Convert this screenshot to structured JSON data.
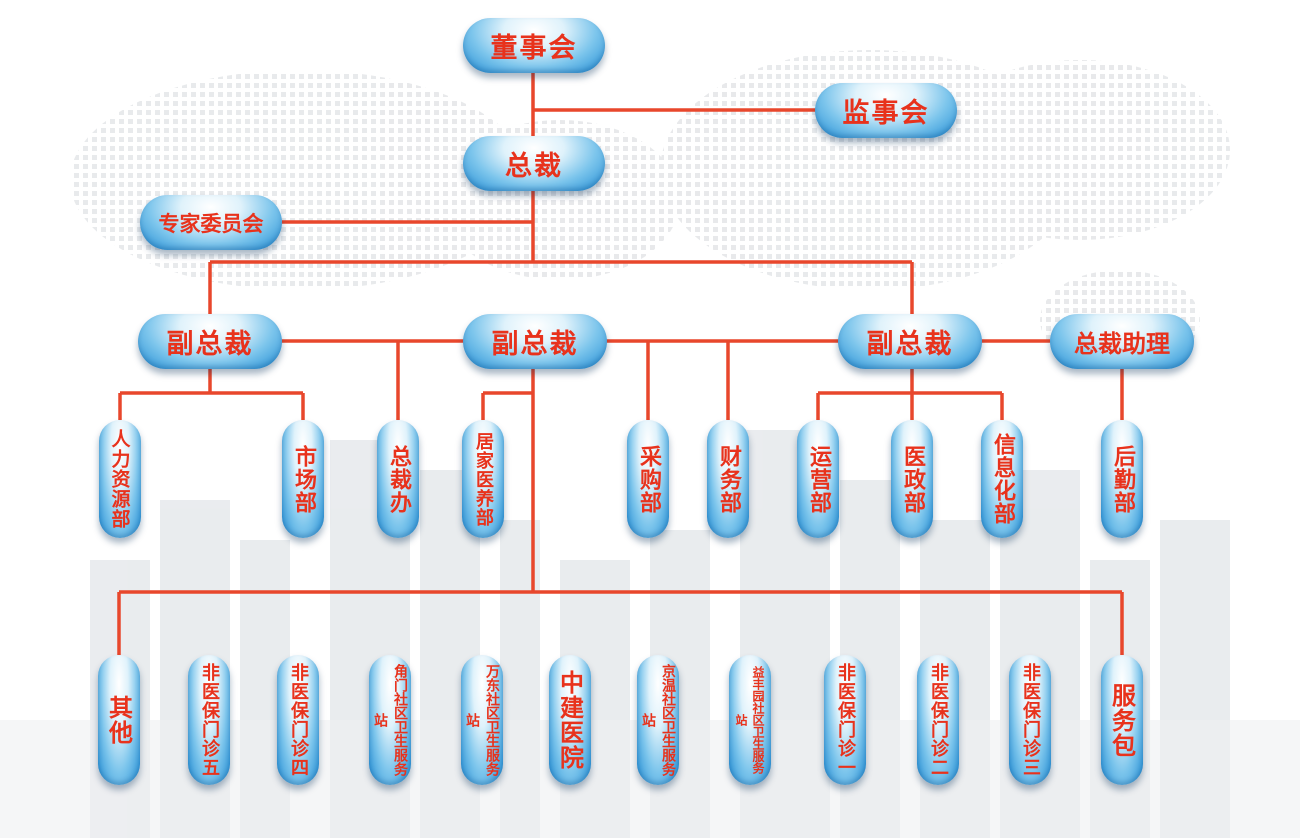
{
  "org": {
    "board": "董事会",
    "supervisors": "监事会",
    "president": "总裁",
    "experts": "专家委员会",
    "vp_left": "副总裁",
    "vp_center": "副总裁",
    "vp_right": "副总裁",
    "assistant": "总裁助理",
    "dept_hr": "人力资源部",
    "dept_market": "市场部",
    "dept_office": "总裁办",
    "dept_homecare": "居家医养部",
    "dept_purchase": "采购部",
    "dept_finance": "财务部",
    "dept_ops": "运营部",
    "dept_medical": "医政部",
    "dept_it": "信息化部",
    "dept_logistics": "后勤部",
    "unit_other": "其他",
    "unit_clinic5": "非医保门诊五",
    "unit_clinic4": "非医保门诊四",
    "unit_jiaomen": "角门社区卫生服务站",
    "unit_wandong": "万东社区卫生服务站",
    "unit_hospital": "中建医院",
    "unit_jingwen": "京温社区卫生服务站",
    "unit_yifengyuan": "益丰园社区卫生服务站",
    "unit_clinic1": "非医保门诊一",
    "unit_clinic2": "非医保门诊二",
    "unit_clinic3": "非医保门诊三",
    "unit_package": "服务包"
  },
  "colors": {
    "line": "#e8472c",
    "text": "#e8321c",
    "node": "#1f8bd3"
  }
}
